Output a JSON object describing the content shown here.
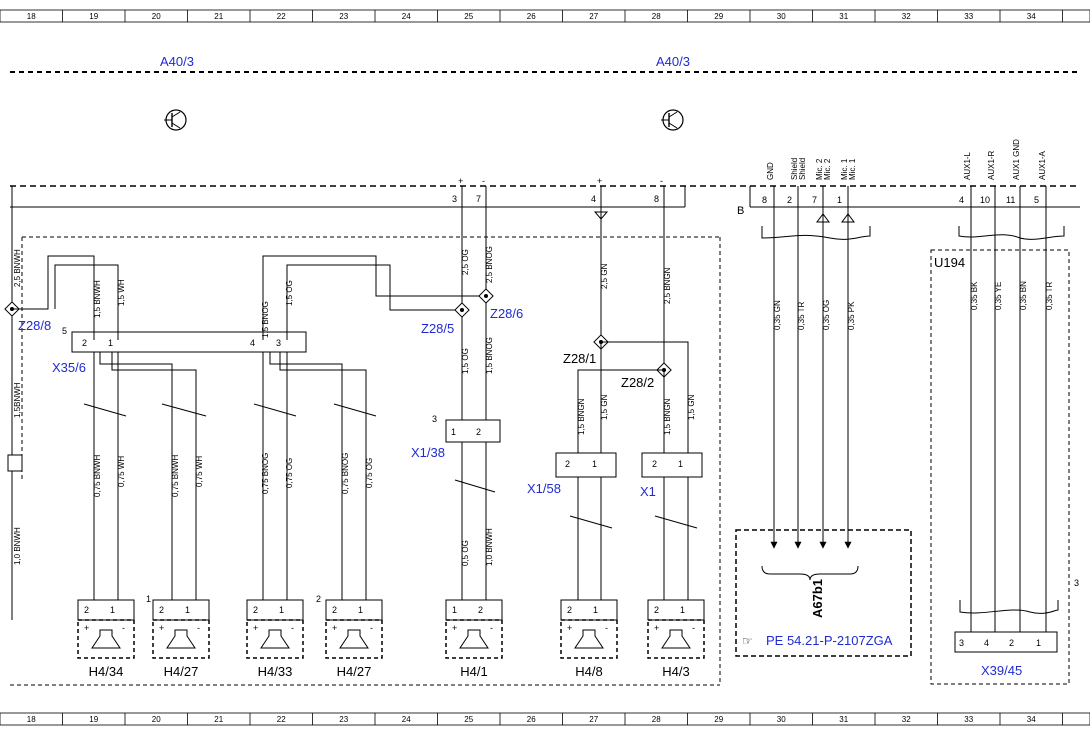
{
  "grid_columns": [
    "18",
    "19",
    "20",
    "21",
    "22",
    "23",
    "24",
    "25",
    "26",
    "27",
    "28",
    "29",
    "30",
    "31",
    "32",
    "33",
    "34"
  ],
  "headers": {
    "a40_left": "A40/3",
    "a40_right": "A40/3"
  },
  "splices": {
    "z28_8": "Z28/8",
    "z28_5": "Z28/5",
    "z28_6": "Z28/6",
    "z28_1": "Z28/1",
    "z28_2": "Z28/2"
  },
  "connectors": {
    "x35_6": "X35/6",
    "x1_38": "X1/38",
    "x1_58": "X1/58",
    "x1": "X1",
    "x39_45": "X39/45",
    "u194": "U194"
  },
  "speakers": [
    "H4/34",
    "H4/27",
    "H4/33",
    "H4/27",
    "H4/1",
    "H4/8",
    "H4/3"
  ],
  "module": {
    "name": "A67b1",
    "reference": "PE 54.21-P-2107ZGA",
    "port": "B"
  },
  "signals": {
    "gnd": "GND",
    "shield": "Shield",
    "shield2": "Shield",
    "mic2": "Mic. 2",
    "mic1": "Mic. 1",
    "aux_l": "AUX1-L",
    "aux_r": "AUX1-R",
    "aux_gnd": "AUX1 GND",
    "aux4": "AUX1-A"
  },
  "wires": {
    "w18a": "2,5 BNWH",
    "w18b": "1,5BNWH",
    "w18c": "1,0 BNWH",
    "w19a": "1,5 BNWH",
    "w19b": "1,5 WH",
    "w19c": "0,75 BNWH",
    "w19d": "0,75 WH",
    "w20a": "0,75 BNWH",
    "w20b": "0,75 WH",
    "w22a": "1,5 BNOG",
    "w22b": "1,5 OG",
    "w22c": "0,75 BNOG",
    "w22d": "0,75 OG",
    "w23a": "0,75 BNOG",
    "w23b": "0,75 OG",
    "w25a": "2,5 OG",
    "w25b": "2,5 BNOG",
    "w25c": "1,5 OG",
    "w25d": "1,5 BNOG",
    "w25e": "0,5 OG",
    "w25f": "1,0 BNWH",
    "w27a": "2,5 GN",
    "w27b": "1,5 BNGN",
    "w27c": "1,5 GN",
    "w28a": "2,5 BNGN",
    "w28b": "1,5 BNGN",
    "w28c": "1,5 GN",
    "w30a": "0,35 GN",
    "w30b": "0,35 TR",
    "w31a": "0,35 OG",
    "w31b": "0,35 PK",
    "w33a": "0,35 BK",
    "w33b": "0,35 YE",
    "w34a": "0,35 BN",
    "w34b": "0,35 TR"
  },
  "pins": {
    "p1": "1",
    "p2": "2",
    "p3": "3",
    "p4": "4",
    "p5": "5",
    "p7": "7",
    "p8": "8",
    "p10": "10",
    "p11": "11",
    "plus": "+",
    "minus": "-"
  }
}
